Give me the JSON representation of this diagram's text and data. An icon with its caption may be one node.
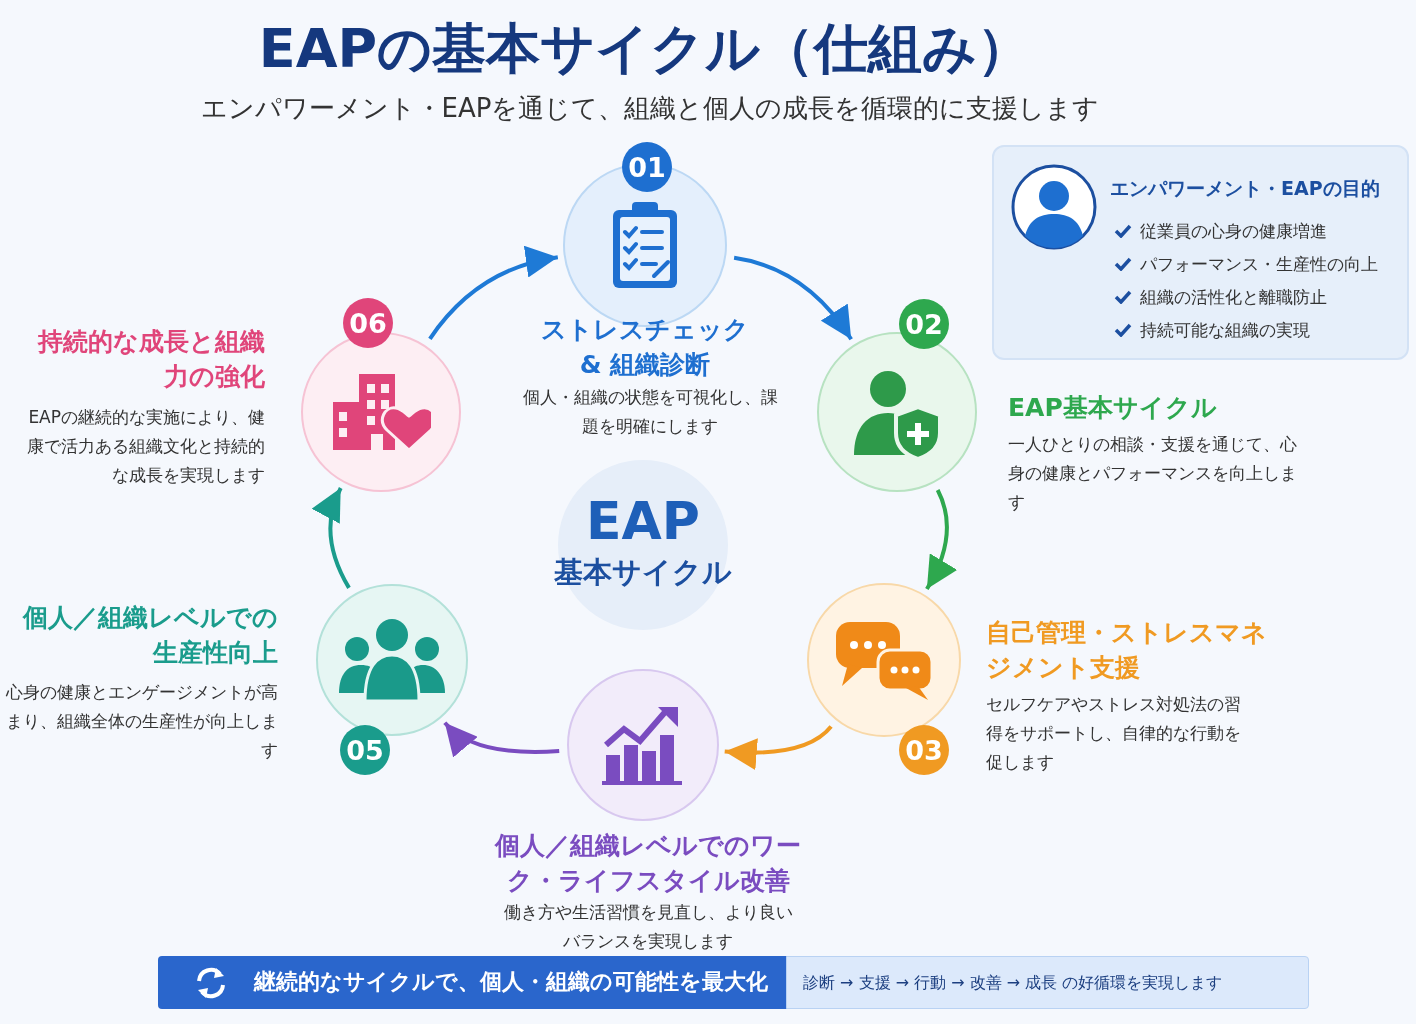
{
  "diagram": {
    "title": "EAPの基本サイクル（仕組み）",
    "nodes": [
      {
        "text": [
          "01",
          "ストレスチェック & 組織診断",
          "個人・組織の状態を可視化し、課題を明確にします"
        ]
      },
      {
        "text": [
          "02",
          "EAP基本サイクル",
          "一人ひとりの相談・支援を通じて、心身の健康とパフォーマンスを向上します"
        ]
      },
      {
        "text": [
          "03",
          "自己管理・ストレスマネジメント支援",
          "セルフケアやストレス対処法の習得をサポートし、自律的な行動を促します"
        ]
      },
      {
        "text": [
          "個人／組織レベルでのワーク・ライフスタイル改善",
          "働き方や生活習慣を見直し、より良いバランスを実現します"
        ]
      },
      {
        "text": [
          "05",
          "個人／組織レベルでの生産性向上",
          "心身の健康とエンゲージメントが高まり、組織全体の生産性が向上します"
        ]
      },
      {
        "text": [
          "06",
          "持続的な成長と組織力の強化",
          "EAPの継続的な実施により、健康で活力ある組織文化と持続的な成長を実現します"
        ]
      },
      {
        "text": [
          "EAP",
          "基本サイクル"
        ]
      },
      {
        "text": [
          "エンパワーメント・EAPの目的",
          "従業員の心身の健康増進",
          "パフォーマンス・生産性の向上",
          "組織の活性化と離職防止",
          "持続可能な組織の実現"
        ]
      },
      {
        "text": [
          "継続的なサイクルで、個人・組織の可能性を最大化"
        ]
      },
      {
        "text": [
          "診断 → 支援 → 行動 → 改善 → 成長 の好循環を実現します"
        ]
      }
    ],
    "edges": [
      {
        "from": 0,
        "to": 1,
        "arrow": "to",
        "color": "#1e7ad6"
      },
      {
        "from": 1,
        "to": 2,
        "arrow": "to",
        "color": "#2ea84e"
      },
      {
        "from": 2,
        "to": 3,
        "arrow": "to",
        "color": "#f09a22"
      },
      {
        "from": 3,
        "to": 4,
        "arrow": "to",
        "color": "#7a4cc0"
      },
      {
        "from": 4,
        "to": 5,
        "arrow": "to",
        "color": "#1a9c8c"
      },
      {
        "from": 5,
        "to": 0,
        "arrow": "to",
        "color": "#1e7ad6"
      }
    ],
    "labels": [
      "エンパワーメント・EAPを通じて、組織と個人の成長を循環的に支援します"
    ]
  }
}
